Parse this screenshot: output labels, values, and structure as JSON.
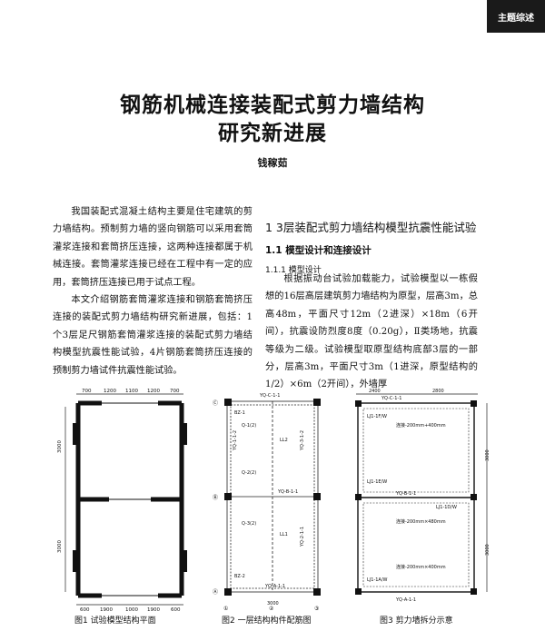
{
  "header": {
    "section_tag": "主题综述"
  },
  "article": {
    "title_line1": "钢筋机械连接装配式剪力墙结构",
    "title_line2": "研究新进展",
    "author": "钱稼茹"
  },
  "left_column": {
    "paragraphs": [
      "我国装配式混凝土结构主要是住宅建筑的剪力墙结构。预制剪力墙的竖向钢筋可以采用套筒灌浆连接和套筒挤压连接，这两种连接都属于机械连接。套筒灌浆连接已经在工程中有一定的应用，套筒挤压连接已用于试点工程。",
      "本文介绍钢筋套筒灌浆连接和钢筋套筒挤压连接的装配式剪力墙结构研究新进展，包括：1个3层足尺钢筋套筒灌浆连接的装配式剪力墙结构模型抗震性能试验，4片钢筋套筒挤压连接的预制剪力墙试件抗震性能试验。"
    ]
  },
  "right_column": {
    "heading1": "1  3层装配式剪力墙结构模型抗震性能试验",
    "heading2": "1.1 模型设计和连接设计",
    "heading3": "1.1.1 模型设计",
    "paragraph": "根据振动台试验加载能力，试验模型以一栋假想的16层高层建筑剪力墙结构为原型，层高3m，总高48m，平面尺寸12m（2进深）×18m（6开间），抗震设防烈度8度（0.20g），Ⅱ类场地，抗震等级为二级。试验模型取原型结构底部3层的一部分，层高3m，平面尺寸3m（1进深，原型结构的1/2）×6m（2开间），外墙厚"
  },
  "figures": {
    "fig1": {
      "caption": "图1  试验模型结构平面",
      "dims_top": [
        "700",
        "1200",
        "1100",
        "1200",
        "700"
      ],
      "dims_side": [
        "3000",
        "3000"
      ],
      "dims_bottom": [
        "600",
        "1900",
        "1000",
        "1900",
        "600"
      ]
    },
    "fig2": {
      "caption": "图2  一层结构构件配筋图",
      "labels": [
        "YQ-C-1-1",
        "YQ-B-1-1",
        "YQ-A-1-1",
        "YQ-1-1-2",
        "YQ-3-1-2",
        "YQ-2-1-1",
        "Q-1(2)",
        "Q-2(2)",
        "Q-3(2)",
        "LL2",
        "LL1",
        "BZ-1",
        "BZ-2"
      ],
      "axis_labels": [
        "①",
        "②",
        "③",
        "Ⓐ",
        "Ⓑ",
        "Ⓒ"
      ],
      "bottom_dim": "3000"
    },
    "fig3": {
      "caption": "图3  剪力墙拆分示意",
      "labels": [
        "YQ-C-1-1",
        "YQ-B-1-1",
        "YQ-A-1-1",
        "LJ1-1F/W",
        "LJ1-1E/W",
        "LJ1-1D/W",
        "LJ1-1A/W"
      ],
      "dims": [
        "2400",
        "2800",
        "3000",
        "3000"
      ],
      "notes": [
        "连接-200mm+400mm",
        "连接-200mm×480mm",
        "连接-200mm×400mm"
      ]
    }
  },
  "colors": {
    "tag_bg": "#1a1a1a",
    "text": "#111111",
    "drawing": "#222222"
  }
}
